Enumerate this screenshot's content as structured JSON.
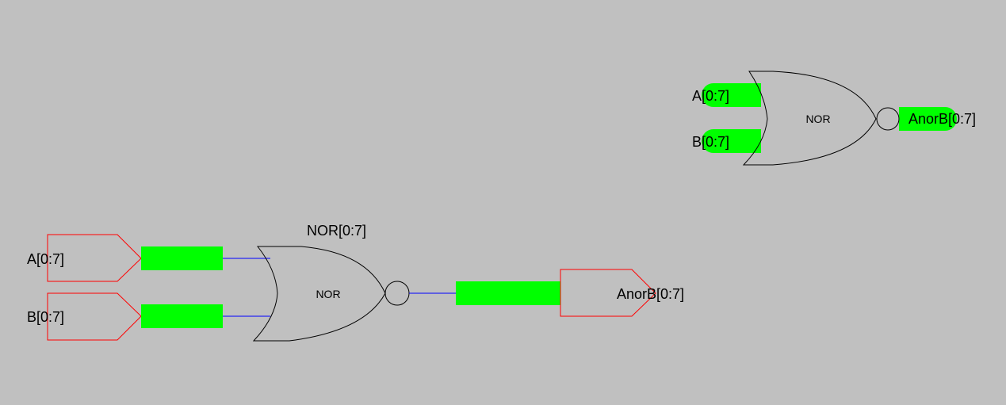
{
  "colors": {
    "background": "#c0c0c0",
    "port_fill": "#00ff00",
    "wire": "#0000ff",
    "pin_outline": "#ff0000",
    "gate_outline": "#000000"
  },
  "icon_view": {
    "gate_label": "NOR",
    "ports": {
      "a": "A[0:7]",
      "b": "B[0:7]",
      "out": "AnorB[0:7]"
    }
  },
  "schematic": {
    "gate_instance_name": "NOR[0:7]",
    "gate_label": "NOR",
    "pins": {
      "a": "A[0:7]",
      "b": "B[0:7]",
      "out": "AnorB[0:7]"
    }
  }
}
